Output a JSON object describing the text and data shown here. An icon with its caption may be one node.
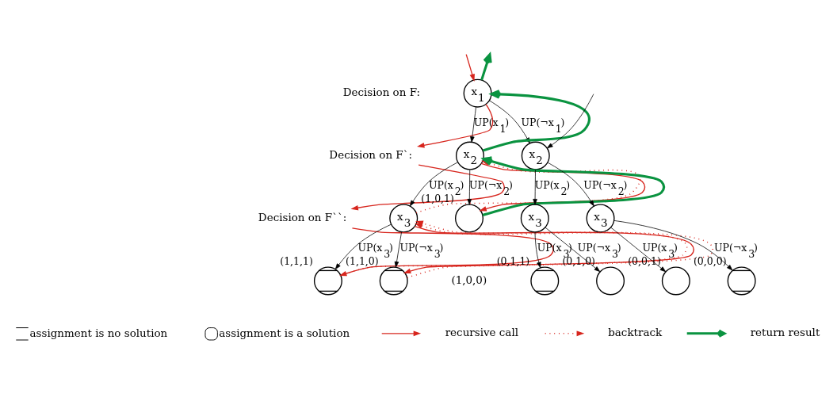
{
  "diagram": {
    "nodes": [
      {
        "text": [
          "Decision on F:"
        ]
      },
      {
        "text": [
          "x$_{1}$"
        ]
      },
      {
        "text": [
          "Decision on F`:"
        ]
      },
      {
        "text": [
          "x$_{2}$"
        ]
      },
      {
        "text": [
          "Decision on F``:"
        ]
      },
      {
        "text": [
          "x$_{3}$"
        ]
      },
      {
        "text": [],
        "shape": "check",
        "beside": [
          "(1,0,1)"
        ]
      },
      {
        "text": [
          "x$_{2}$"
        ]
      },
      {
        "text": [],
        "shape": "cross",
        "beside": [
          "(1,1,1)"
        ]
      },
      {
        "text": [],
        "shape": "cross",
        "beside": [
          "(1,1,0)"
        ]
      },
      {
        "text": [
          "x$_{3}$"
        ]
      },
      {
        "text": [
          "x$_{3}$"
        ]
      },
      {
        "text": [],
        "shape": "cross",
        "beside": [
          "(0,1,1)"
        ]
      },
      {
        "text": [],
        "shape": "check",
        "beside": [
          "(0,1,0)"
        ]
      },
      {
        "text": [],
        "shape": "check",
        "beside": [
          "(0,0,1)"
        ]
      },
      {
        "text": [],
        "shape": "cross",
        "beside": [
          "(0,0,0)"
        ]
      }
    ],
    "edges": [
      {
        "from": 1,
        "to": 3,
        "arrow": "to",
        "label": "UP(x$_{1}$)"
      },
      {
        "from": 1,
        "to": 7,
        "arrow": "to",
        "label": "UP(¬x$_{1}$)"
      },
      {
        "from": 3,
        "to": 5,
        "arrow": "to",
        "label": "UP(x$_{2}$)"
      },
      {
        "from": 3,
        "to": 6,
        "arrow": "to",
        "label": "UP(¬x$_{2}$)"
      },
      {
        "from": 5,
        "to": 8,
        "arrow": "to",
        "label": "UP(x$_{3}$)"
      },
      {
        "from": 5,
        "to": 9,
        "arrow": "to",
        "label": "UP(¬x$_{3}$)"
      },
      {
        "from": 7,
        "to": 10,
        "arrow": "to",
        "label": "UP(x$_{2}$)"
      },
      {
        "from": 7,
        "to": 11,
        "arrow": "to",
        "label": "UP(¬x$_{2}$)"
      },
      {
        "from": 10,
        "to": 12,
        "arrow": "to",
        "label": "UP(x$_{3}$)"
      },
      {
        "from": 10,
        "to": 13,
        "arrow": "to",
        "label": "UP(¬x$_{3}$)"
      },
      {
        "from": 11,
        "to": 14,
        "arrow": "to",
        "label": "UP(x$_{3}$)"
      },
      {
        "from": 11,
        "to": 15,
        "arrow": "to",
        "label": "UP(¬x$_{3}$)"
      },
      {
        "from": null,
        "to": 7,
        "arrow": "to"
      },
      {
        "from": null,
        "to": 1,
        "arrow": "to",
        "color": "#d7261e"
      },
      {
        "from": 1,
        "to": 2,
        "arrow": "to",
        "color": "#d7261e"
      },
      {
        "from": 2,
        "to": 4,
        "arrow": "to",
        "color": "#d7261e"
      },
      {
        "from": 4,
        "to": 8,
        "arrow": "to",
        "color": "#d7261e"
      },
      {
        "from": 8,
        "to": 5,
        "arrow": "to",
        "style": "dashed",
        "color": "#d7261e"
      },
      {
        "from": 5,
        "to": 9,
        "arrow": "to",
        "color": "#d7261e"
      },
      {
        "from": 9,
        "to": 5,
        "arrow": "to",
        "style": "dashed",
        "color": "#d7261e"
      },
      {
        "from": 5,
        "to": 3,
        "arrow": "to",
        "style": "dashed",
        "color": "#d7261e"
      },
      {
        "from": 3,
        "to": 6,
        "arrow": "to",
        "color": "#d7261e"
      },
      {
        "from": 6,
        "to": 3,
        "arrow": "to",
        "style": "thick",
        "color": "#0a9340"
      },
      {
        "from": 3,
        "to": 1,
        "arrow": "to",
        "style": "thick",
        "color": "#0a9340"
      },
      {
        "from": 1,
        "to": null,
        "arrow": "to",
        "style": "thick",
        "color": "#0a9340"
      }
    ],
    "labels": [
      "(1,0,0)"
    ],
    "legend": [
      {
        "text": "assignment is no solution"
      },
      {
        "text": "assignment is a solution"
      },
      {
        "text": "recursive call"
      },
      {
        "text": "backtrack"
      },
      {
        "text": "return result"
      }
    ]
  }
}
